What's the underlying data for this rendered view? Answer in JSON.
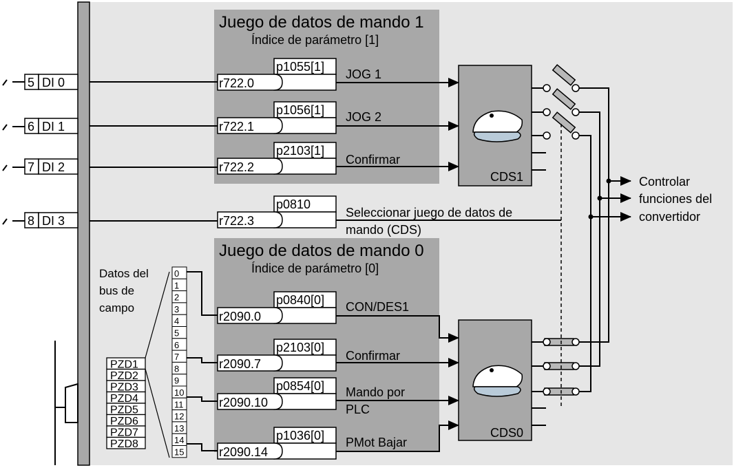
{
  "colors": {
    "background_panel": "#e6e6e6",
    "dataset_box": "#a8a8a8",
    "bus_bar": "#a8a8a8",
    "cds_block": "#a8a8a8",
    "switch_bar": "#b8b8b8",
    "cap_icon": "#b9cbd9"
  },
  "cds1_group": {
    "title": "Juego de datos de mando 1",
    "subtitle": "Índice de parámetro [1]"
  },
  "cds0_group": {
    "title": "Juego de datos de mando 0",
    "subtitle": "Índice de parámetro [0]"
  },
  "digital_inputs": [
    {
      "terminal": "5",
      "name": "DI 0",
      "signal": "r722.0",
      "param": "p1055[1]",
      "function": "JOG 1"
    },
    {
      "terminal": "6",
      "name": "DI 1",
      "signal": "r722.1",
      "param": "p1056[1]",
      "function": "JOG 2"
    },
    {
      "terminal": "7",
      "name": "DI 2",
      "signal": "r722.2",
      "param": "p2103[1]",
      "function": "Confirmar"
    },
    {
      "terminal": "8",
      "name": "DI 3",
      "signal": "r722.3",
      "param": "p0810",
      "function": "Seleccionar juego de datos de",
      "function2": "mando (CDS)"
    }
  ],
  "fieldbus": {
    "label_line1": "Datos del",
    "label_line2": "bus de",
    "label_line3": "campo",
    "pzd": [
      "PZD1",
      "PZD2",
      "PZD3",
      "PZD4",
      "PZD5",
      "PZD6",
      "PZD7",
      "PZD8"
    ],
    "bits": [
      "0",
      "1",
      "2",
      "3",
      "4",
      "5",
      "6",
      "7",
      "8",
      "9",
      "10",
      "11",
      "12",
      "13",
      "14",
      "15"
    ]
  },
  "bus_signals": [
    {
      "signal": "r2090.0",
      "param": "p0840[0]",
      "function": "CON/DES1"
    },
    {
      "signal": "r2090.7",
      "param": "p2103[0]",
      "function": "Confirmar"
    },
    {
      "signal": "r2090.10",
      "param": "p0854[0]",
      "function": "Mando por",
      "function2": "PLC"
    },
    {
      "signal": "r2090.14",
      "param": "p1036[0]",
      "function": "PMot Bajar"
    }
  ],
  "cds_blocks": {
    "upper": "CDS1",
    "lower": "CDS0"
  },
  "outputs": {
    "line1": "Controlar",
    "line2": "funciones del",
    "line3": "convertidor"
  }
}
